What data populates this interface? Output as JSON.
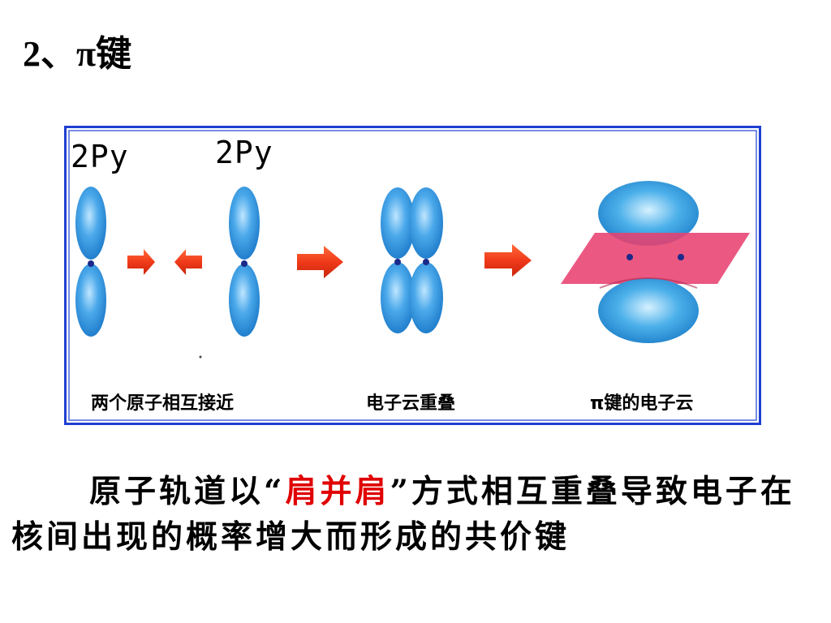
{
  "title": "2、π键",
  "figure": {
    "label_left": "2Py",
    "label_right": "2Py",
    "caption_approach": "两个原子相互接近",
    "caption_overlap": "电子云重叠",
    "caption_pi": "π键的电子云"
  },
  "paragraph": {
    "before": "原子轨道以“",
    "emphasis": "肩并肩",
    "after": "”方式相互重叠导致电子在核间出现的概率增大而形成的共价键"
  },
  "colors": {
    "orbital_blue": "#3a9fe0",
    "frame_blue": "#1f3fd1",
    "plane_pink": "#e8416f",
    "arrow_red": "#f03a1a",
    "emphasis_red": "#e00000"
  }
}
